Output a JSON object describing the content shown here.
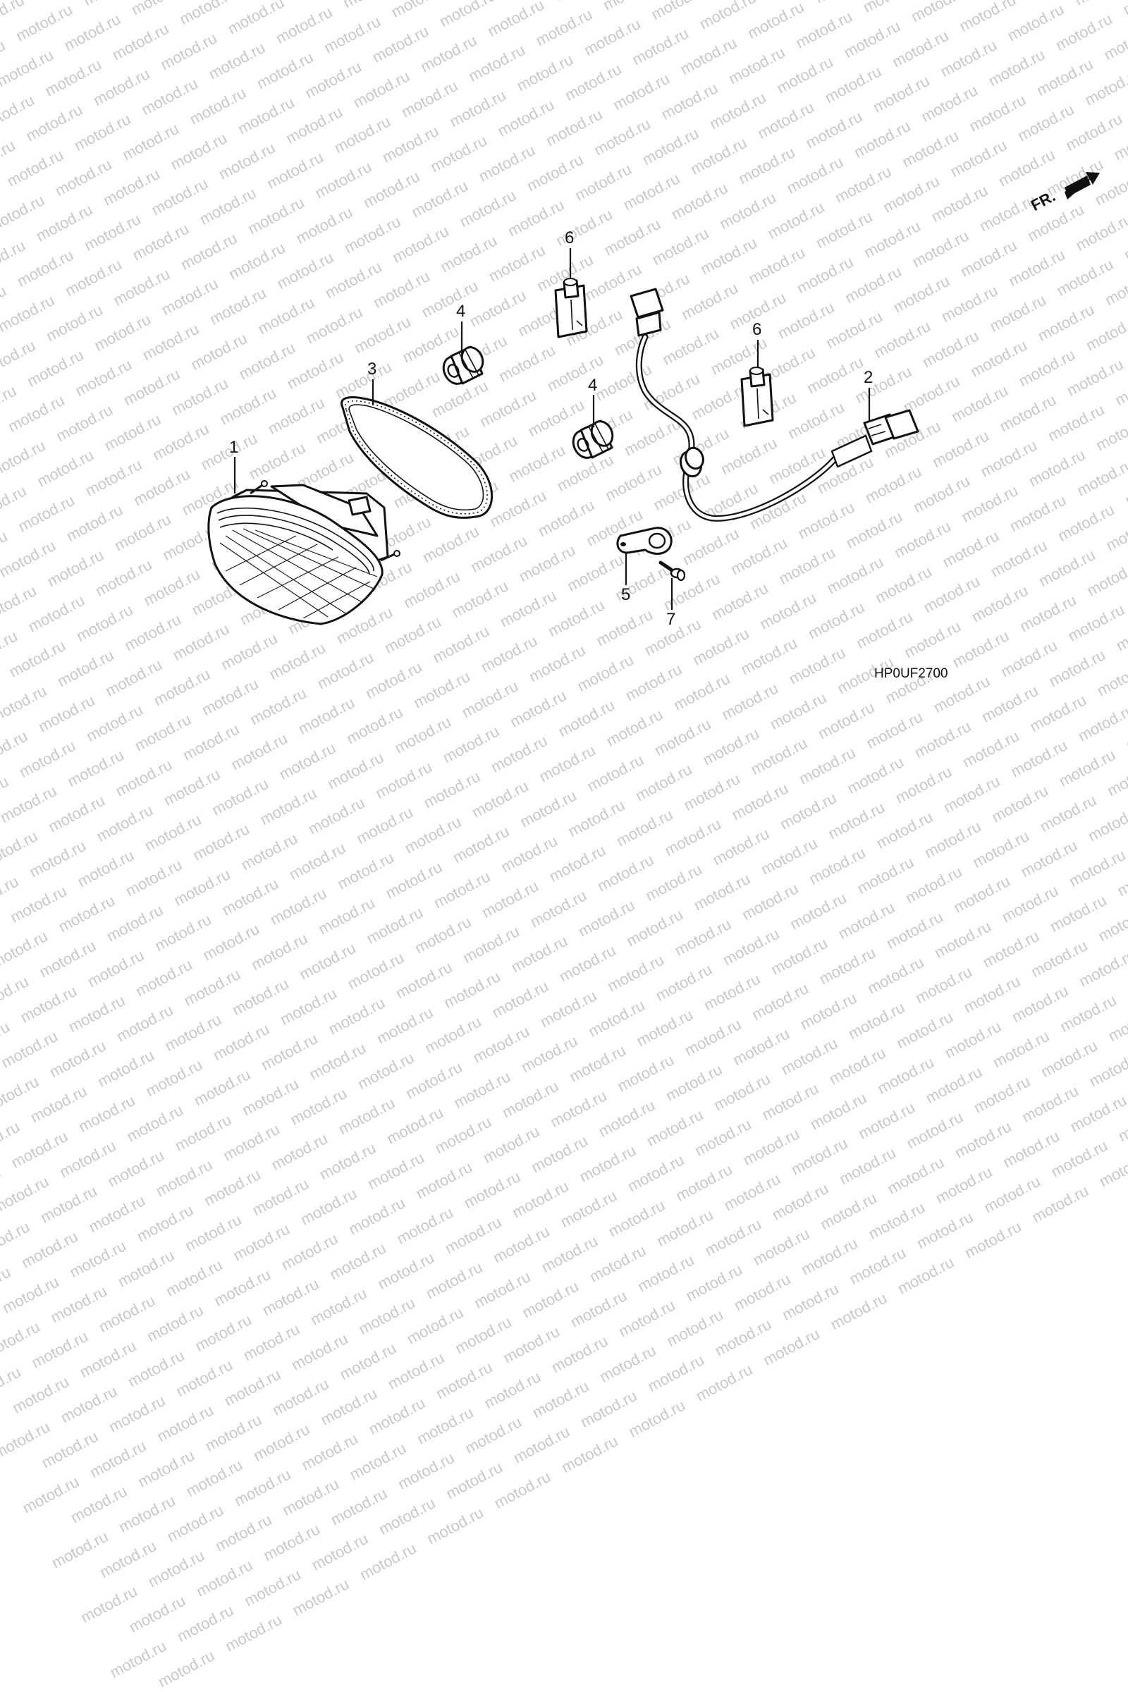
{
  "watermark": {
    "text": "motod.ru"
  },
  "callouts": {
    "part_1": "1",
    "part_2": "2",
    "part_3": "3",
    "part_4a": "4",
    "part_4b": "4",
    "part_5": "5",
    "part_6a": "6",
    "part_6b": "6",
    "part_7": "7"
  },
  "direction_indicator": {
    "label": "FR.",
    "icon": "arrow-right-icon"
  },
  "diagram_code": "HP0UF2700",
  "colors": {
    "line": "#111111",
    "background": "#ffffff",
    "watermark": "#c8c8c8"
  }
}
